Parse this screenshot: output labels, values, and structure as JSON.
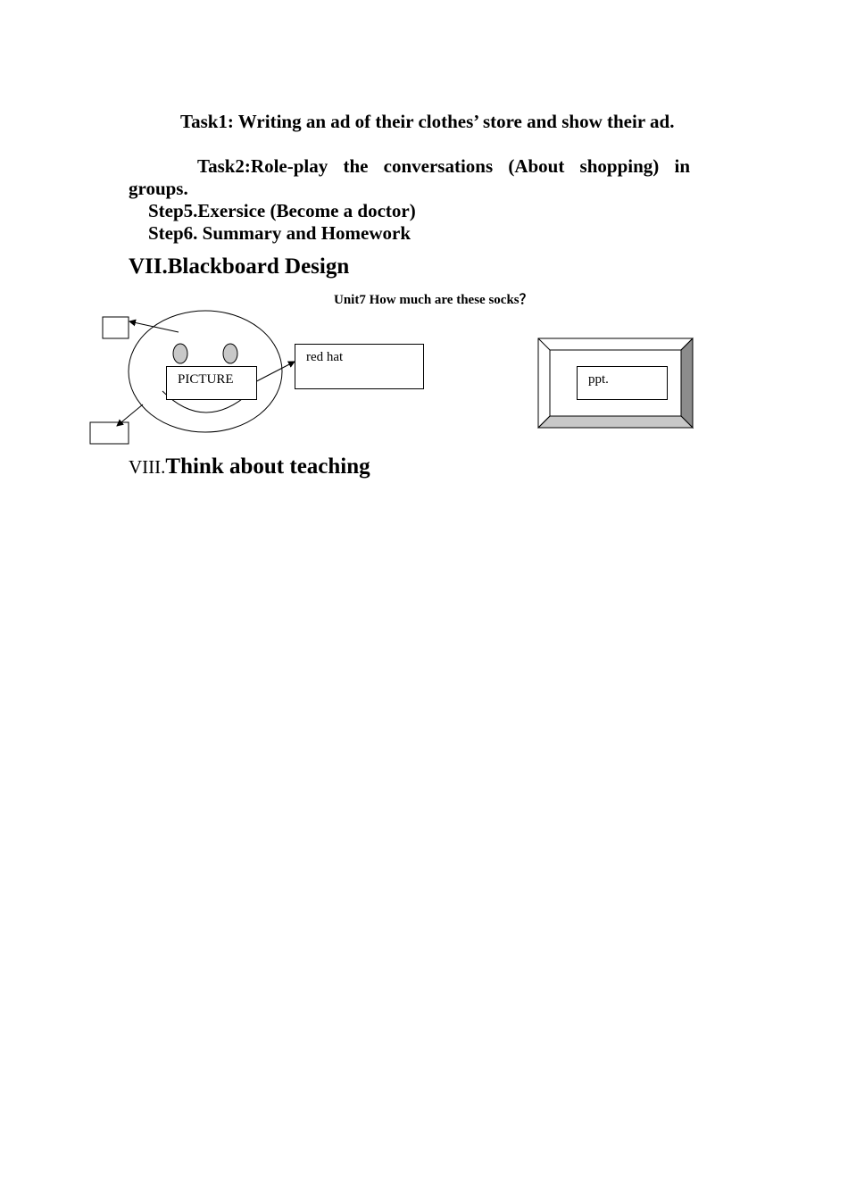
{
  "task1": "Task1: Writing an ad of their clothes’ store and show their ad.",
  "task2": "Task2:Role-play the conversations (About shopping) in groups.",
  "step5": "Step5.Exersice (Become a doctor)",
  "step6": "Step6. Summary and Homework",
  "section7": "VII.Blackboard Design",
  "board": {
    "title": "Unit7 How much are these socks？",
    "picture_label": "PICTURE",
    "red_hat_label": "red hat",
    "ppt_label": "ppt."
  },
  "section8": {
    "prefix": "VIII.",
    "title": "Think about teaching"
  }
}
